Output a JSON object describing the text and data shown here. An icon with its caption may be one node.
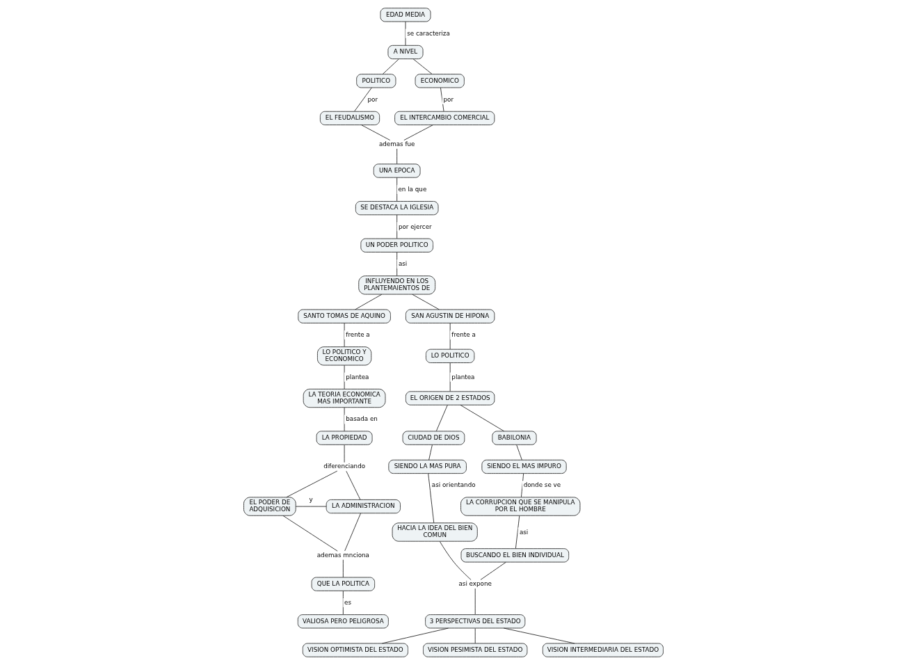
{
  "diagram": {
    "nodes": [
      {
        "text": [
          "EDAD MEDIA"
        ]
      },
      {
        "text": [
          "A NIVEL"
        ]
      },
      {
        "text": [
          "POLITICO"
        ]
      },
      {
        "text": [
          "ECONOMICO"
        ]
      },
      {
        "text": [
          "EL FEUDALISMO"
        ]
      },
      {
        "text": [
          "EL INTERCAMBIO COMERCIAL"
        ]
      },
      {
        "text": [
          "ademas fue"
        ]
      },
      {
        "text": [
          "UNA EPOCA"
        ]
      },
      {
        "text": [
          "SE DESTACA LA IGLESIA"
        ]
      },
      {
        "text": [
          "UN PODER POLITICO"
        ]
      },
      {
        "text": [
          "INFLUYENDO EN LOS PLANTEMAIENTOS DE"
        ]
      },
      {
        "text": [
          "SANTO TOMAS DE AQUINO"
        ]
      },
      {
        "text": [
          "SAN AGUSTIN DE HIPONA"
        ]
      },
      {
        "text": [
          "LO POLITICO Y ECONOMICO"
        ]
      },
      {
        "text": [
          "LO POLITICO"
        ]
      },
      {
        "text": [
          "LA TEORIA ECONOMICA MAS IMPORTANTE"
        ]
      },
      {
        "text": [
          "EL ORIGEN DE 2 ESTADOS"
        ]
      },
      {
        "text": [
          "CIUDAD DE DIOS"
        ]
      },
      {
        "text": [
          "BABILONIA"
        ]
      },
      {
        "text": [
          "LA PROPIEDAD"
        ]
      },
      {
        "text": [
          "SIENDO LA MAS PURA"
        ]
      },
      {
        "text": [
          "SIENDO EL MAS IMPURO"
        ]
      },
      {
        "text": [
          "diferenciando"
        ]
      },
      {
        "text": [
          "EL PODER DE ADQUISICION"
        ]
      },
      {
        "text": [
          "LA ADMINISTRACION"
        ]
      },
      {
        "text": [
          "HACIA LA IDEA DEL BIEN COMUN"
        ]
      },
      {
        "text": [
          "LA CORRUPCION QUE SE MANIPULA POR EL HOMBRE"
        ]
      },
      {
        "text": [
          "BUSCANDO EL BIEN INDIVIDUAL"
        ]
      },
      {
        "text": [
          "ademas mnciona"
        ]
      },
      {
        "text": [
          "QUE LA POLITICA"
        ]
      },
      {
        "text": [
          "asi expone"
        ]
      },
      {
        "text": [
          "VALIOSA PERO PELIGROSA"
        ]
      },
      {
        "text": [
          "3 PERSPECTIVAS DEL ESTADO"
        ]
      },
      {
        "text": [
          "VISION OPTIMISTA DEL ESTADO"
        ]
      },
      {
        "text": [
          "VISION PESIMISTA DEL ESTADO"
        ]
      },
      {
        "text": [
          "VISION INTERMEDIARIA DEL ESTADO"
        ]
      }
    ],
    "edges": [
      {
        "from": 0,
        "to": 1,
        "arrow": "none",
        "label": "se caracteriza"
      },
      {
        "from": 1,
        "to": 2,
        "arrow": "none"
      },
      {
        "from": 1,
        "to": 3,
        "arrow": "none"
      },
      {
        "from": 2,
        "to": 4,
        "arrow": "none",
        "label": "por"
      },
      {
        "from": 3,
        "to": 5,
        "arrow": "none",
        "label": "por"
      },
      {
        "from": 4,
        "to": 6,
        "arrow": "none"
      },
      {
        "from": 5,
        "to": 6,
        "arrow": "none"
      },
      {
        "from": 6,
        "to": 7,
        "arrow": "none"
      },
      {
        "from": 7,
        "to": 8,
        "arrow": "none",
        "label": "en la que"
      },
      {
        "from": 8,
        "to": 9,
        "arrow": "none",
        "label": "por ejercer"
      },
      {
        "from": 9,
        "to": 10,
        "arrow": "none",
        "label": "asi"
      },
      {
        "from": 10,
        "to": 11,
        "arrow": "none"
      },
      {
        "from": 10,
        "to": 12,
        "arrow": "none"
      },
      {
        "from": 11,
        "to": 13,
        "arrow": "none",
        "label": "frente a"
      },
      {
        "from": 12,
        "to": 14,
        "arrow": "none",
        "label": "frente a"
      },
      {
        "from": 13,
        "to": 15,
        "arrow": "none",
        "label": "plantea"
      },
      {
        "from": 14,
        "to": 16,
        "arrow": "none",
        "label": "plantea"
      },
      {
        "from": 16,
        "to": 17,
        "arrow": "none"
      },
      {
        "from": 16,
        "to": 18,
        "arrow": "none"
      },
      {
        "from": 15,
        "to": 19,
        "arrow": "none",
        "label": "basada en"
      },
      {
        "from": 17,
        "to": 20,
        "arrow": "none"
      },
      {
        "from": 18,
        "to": 21,
        "arrow": "none"
      },
      {
        "from": 19,
        "to": 22,
        "arrow": "none"
      },
      {
        "from": 22,
        "to": 23,
        "arrow": "none"
      },
      {
        "from": 22,
        "to": 24,
        "arrow": "none"
      },
      {
        "from": 23,
        "to": 24,
        "arrow": "none",
        "label": "y"
      },
      {
        "from": 20,
        "to": 25,
        "arrow": "none",
        "label": "asi orientando"
      },
      {
        "from": 21,
        "to": 26,
        "arrow": "none",
        "label": "donde se ve"
      },
      {
        "from": 26,
        "to": 27,
        "arrow": "none",
        "label": "asi"
      },
      {
        "from": 23,
        "to": 28,
        "arrow": "none"
      },
      {
        "from": 24,
        "to": 28,
        "arrow": "none"
      },
      {
        "from": 28,
        "to": 29,
        "arrow": "none"
      },
      {
        "from": 25,
        "to": 30,
        "arrow": "none"
      },
      {
        "from": 27,
        "to": 30,
        "arrow": "none"
      },
      {
        "from": 29,
        "to": 31,
        "arrow": "none",
        "label": "es"
      },
      {
        "from": 30,
        "to": 32,
        "arrow": "none"
      },
      {
        "from": 32,
        "to": 33,
        "arrow": "none"
      },
      {
        "from": 32,
        "to": 34,
        "arrow": "none"
      },
      {
        "from": 32,
        "to": 35,
        "arrow": "none"
      }
    ]
  }
}
